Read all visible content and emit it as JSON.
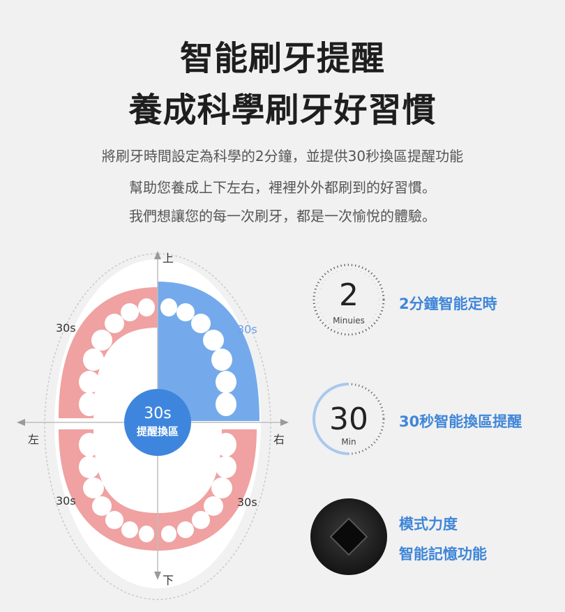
{
  "header": {
    "title_line1": "智能刷牙提醒",
    "title_line2": "養成科學刷牙好習慣",
    "desc_line1": "將刷牙時間設定為科學的2分鐘，並提供30秒換區提醒功能",
    "desc_line2": "幫助您養成上下左右，裡裡外外都刷到的好習慣。",
    "desc_line3": "我們想讓您的每一次刷牙，都是一次愉悅的體驗。"
  },
  "diagram": {
    "dir_up": "上",
    "dir_down": "下",
    "dir_left": "左",
    "dir_right": "右",
    "q_top_left": "30s",
    "q_top_right": "30s",
    "q_bottom_left": "30s",
    "q_bottom_right": "30s",
    "center_time": "30s",
    "center_text": "提醒換區",
    "colors": {
      "gum": "#f0a1a1",
      "highlight": "#74aaeb",
      "center": "#3e86dd",
      "accent": "#3f86d8"
    }
  },
  "features": [
    {
      "number": "2",
      "unit": "Minuies",
      "label": "2分鐘智能定時",
      "icon": "clock-dial-icon"
    },
    {
      "number": "30",
      "unit": "Min",
      "label": "30秒智能換區提醒",
      "icon": "progress-dial-icon"
    },
    {
      "label_line1": "模式力度",
      "label_line2": "智能記憶功能",
      "icon": "diamond-button-icon"
    }
  ]
}
